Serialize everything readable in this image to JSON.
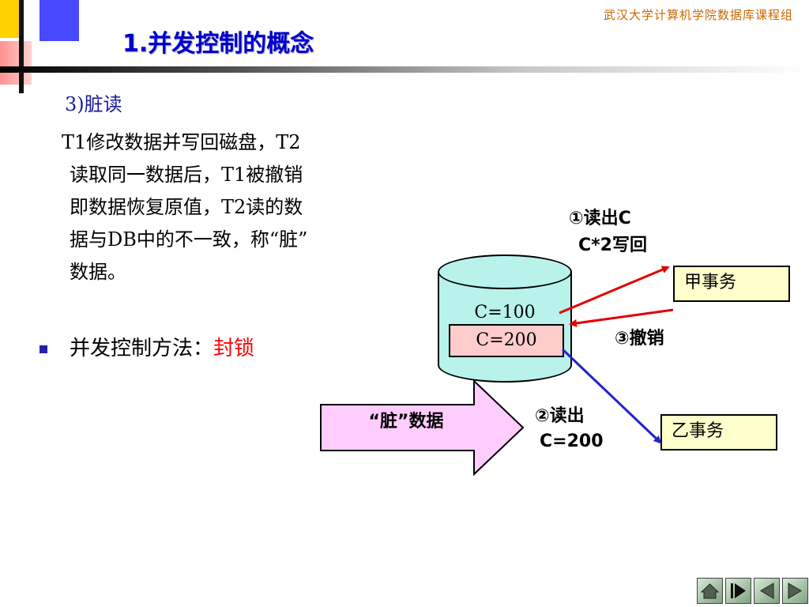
{
  "header": {
    "org": "武汉大学计算机学院数据库课程组",
    "title": "1.并发控制的概念"
  },
  "content": {
    "sub_heading": "3)脏读",
    "paragraph_lines": [
      "T1修改数据并写回磁盘，T2",
      "读取同一数据后，T1被撤销",
      "即数据恢复原值，T2读的数",
      "据与DB中的不一致，称“脏”",
      "数据。"
    ],
    "bullet_prefix": "并发控制方法：",
    "bullet_accent": "封锁"
  },
  "diagram": {
    "db_value": "C=100",
    "db_dirty_value": "C=200",
    "txn_a": "甲事务",
    "txn_b": "乙事务",
    "label_read1": "①读出C",
    "label_write": "C*2写回",
    "label_undo": "③撤销",
    "label_read2": "②读出",
    "label_read2_value": "C=200",
    "arrow_label": "“脏”数据"
  },
  "colors": {
    "title": "#0000cc",
    "accent": "#ff0000",
    "arrow_red": "#e00000",
    "arrow_blue": "#2222cc",
    "cylinder": "#b8f2ea",
    "dirty_box": "#ffcccc",
    "txn_box": "#ffffcc",
    "big_arrow": "#ffccff"
  },
  "nav": {
    "icons": [
      "home-icon",
      "first-page-icon",
      "previous-page-icon",
      "next-page-icon"
    ]
  }
}
